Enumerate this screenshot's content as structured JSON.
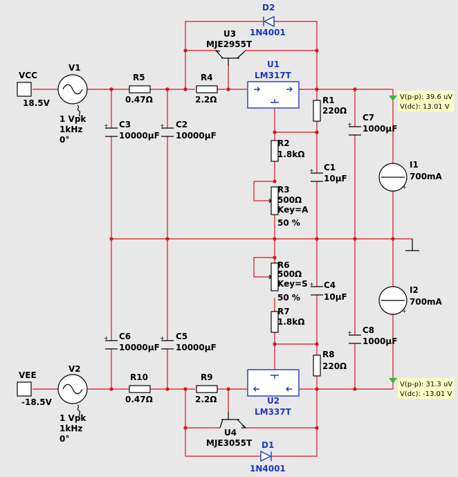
{
  "labels": {
    "vcc": {
      "name": "VCC",
      "value": "18.5V"
    },
    "vee": {
      "name": "VEE",
      "value": "-18.5V"
    },
    "v1": {
      "name": "V1",
      "line1": "1 Vpk",
      "line2": "1kHz",
      "line3": "0°"
    },
    "v2": {
      "name": "V2",
      "line1": "1 Vpk",
      "line2": "1kHz",
      "line3": "0°"
    },
    "r5": {
      "name": "R5",
      "value": "0.47Ω"
    },
    "r10": {
      "name": "R10",
      "value": "0.47Ω"
    },
    "r4": {
      "name": "R4",
      "value": "2.2Ω"
    },
    "r9": {
      "name": "R9",
      "value": "2.2Ω"
    },
    "r1": {
      "name": "R1",
      "value": "220Ω"
    },
    "r8": {
      "name": "R8",
      "value": "220Ω"
    },
    "r2": {
      "name": "R2",
      "value": "1.8kΩ"
    },
    "r7": {
      "name": "R7",
      "value": "1.8kΩ"
    },
    "r3": {
      "name": "R3",
      "value": "500Ω",
      "key": "Key=A",
      "pct": "50 %"
    },
    "r6": {
      "name": "R6",
      "value": "500Ω",
      "key": "Key=S",
      "pct": "50 %"
    },
    "c3": {
      "name": "C3",
      "value": "10000µF"
    },
    "c2": {
      "name": "C2",
      "value": "10000µF"
    },
    "c6": {
      "name": "C6",
      "value": "10000µF"
    },
    "c5": {
      "name": "C5",
      "value": "10000µF"
    },
    "c1": {
      "name": "C1",
      "value": "10µF"
    },
    "c4": {
      "name": "C4",
      "value": "10µF"
    },
    "c7": {
      "name": "C7",
      "value": "1000µF"
    },
    "c8": {
      "name": "C8",
      "value": "1000µF"
    },
    "i1": {
      "name": "I1",
      "value": "700mA"
    },
    "i2": {
      "name": "I2",
      "value": "700mA"
    },
    "u1": {
      "name": "U1",
      "part": "LM317T"
    },
    "u2": {
      "name": "U2",
      "part": "LM337T"
    },
    "u3": {
      "name": "U3",
      "part": "MJE2955T"
    },
    "u4": {
      "name": "U4",
      "part": "MJE3055T"
    },
    "d2": {
      "name": "D2",
      "part": "1N4001"
    },
    "d1": {
      "name": "D1",
      "part": "1N4001"
    }
  },
  "probes": {
    "top": {
      "vpp": "V(p-p): 39.6 uV",
      "vdc": "V(dc): 13.01 V"
    },
    "bottom": {
      "vpp": "V(p-p): 31.3 uV",
      "vdc": "V(dc): -13.01 V"
    }
  },
  "colors": {
    "wire": "#d6161e",
    "part": "#000000",
    "label_blue": "#1d36c4",
    "probe": "#ffffc4",
    "background": "#e8e8e8"
  }
}
